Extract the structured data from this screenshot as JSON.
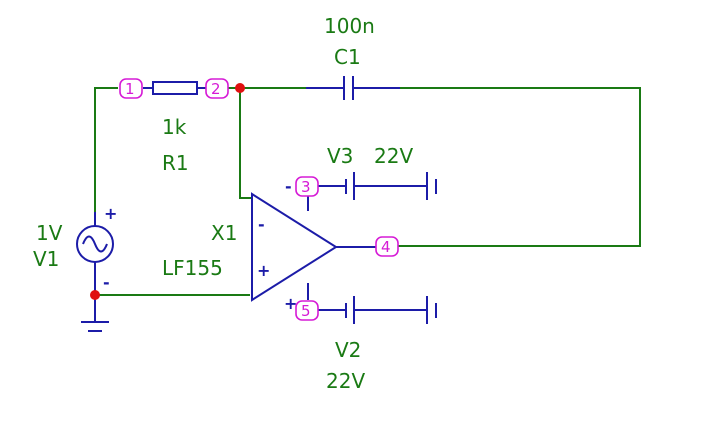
{
  "components": {
    "resistor": {
      "value": "1k",
      "ref": "R1"
    },
    "capacitor": {
      "value": "100n",
      "ref": "C1"
    },
    "source_in": {
      "value": "1V",
      "ref": "V1"
    },
    "opamp": {
      "ref": "X1",
      "model": "LF155"
    },
    "supply_pos": {
      "ref": "V3",
      "value": "22V"
    },
    "supply_neg": {
      "ref": "V2",
      "value": "22V"
    }
  },
  "nodes": [
    "1",
    "2",
    "3",
    "4",
    "5"
  ],
  "symbols": {
    "plus": "+",
    "minus": "-"
  },
  "colors": {
    "wire": "#1a7a14",
    "component": "#1c1ca8",
    "node_label": "#d61bd6",
    "junction": "#e01010"
  }
}
